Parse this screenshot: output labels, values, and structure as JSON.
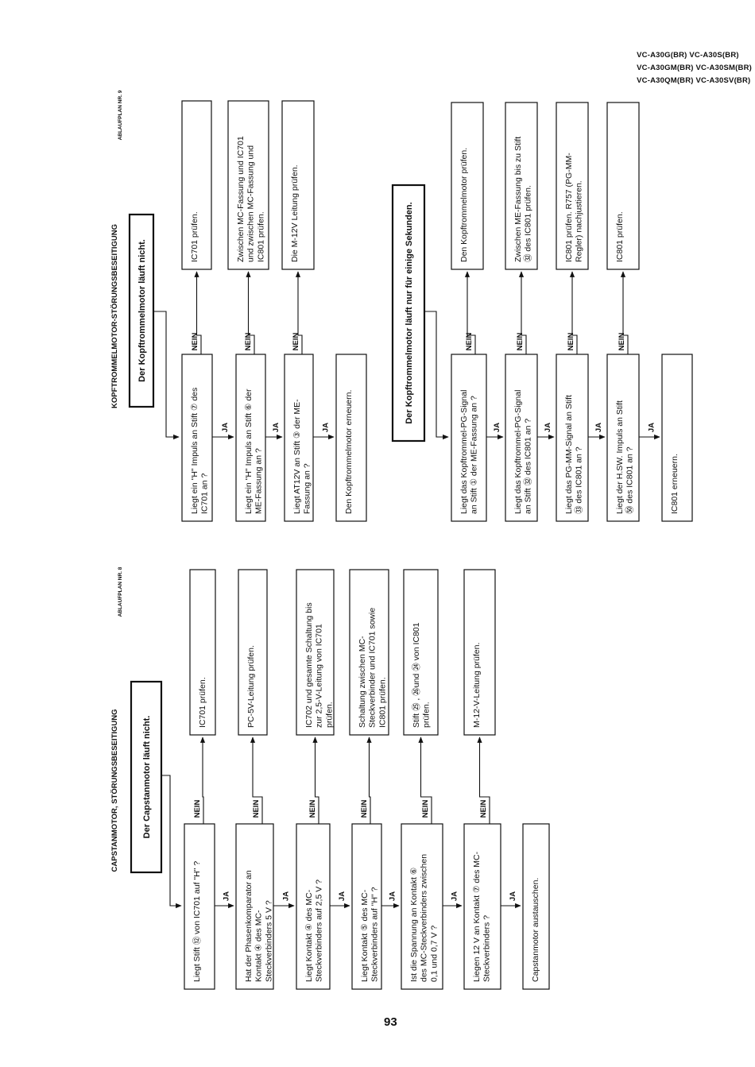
{
  "models": [
    "VC-A30G(BR) VC-A30S(BR)",
    "VC-A30GM(BR) VC-A30SM(BR)",
    "VC-A30QM(BR) VC-A30SV(BR)"
  ],
  "page_number": "93",
  "left_chart": {
    "title": "CAPSTANMOTOR, STÖRUNGSBESEITIGUNG",
    "plan": "ABLAUFPLAN NR. 8",
    "start": "Der Capstanmotor läuft nicht.",
    "questions": [
      [
        "Liegt Stift ⑫ von IC701 auf \"H\" ?"
      ],
      [
        "Hat der Phasenkomparator an",
        "Kontakt ④ des MC-",
        "Steckverbinders 5 V ?"
      ],
      [
        "Liegt Kontakt ④ des MC-",
        "Steckverbinders auf 2,5 V ?"
      ],
      [
        "Liegt Kontakt ⑤ des MC-",
        "Steckverbinders auf \"H\" ?"
      ],
      [
        "Ist die Spannung an Kontakt ⑥",
        "des MC-Steckverbinders zwischen",
        "0,1 und 0,7 V ?"
      ],
      [
        "Liegen 12 V an Kontakt ⑦ des MC-",
        "Steckverbinders ?"
      ]
    ],
    "actions": [
      [
        "IC701 prüfen."
      ],
      [
        "PC-5V-Leitung prüfen."
      ],
      [
        "IC702 und gesamte Schaltung bis",
        "zur 2,5-V-Leitung von IC701",
        "prüfen."
      ],
      [
        "Schaltung zwischen MC-",
        "Steckverbinder und IC701 sowie",
        "IC801 prüfen."
      ],
      [
        "Stift ㉕ ,  ㉖und  ㉔ von IC801",
        "prüfen."
      ],
      [
        "M-12-V-Leitung prüfen."
      ]
    ],
    "end": "Capstanmotor austauschen.",
    "yes": "JA",
    "no": "NEIN"
  },
  "right_chart": {
    "title": "KOPFTROMMELMOTOR-STÖRUNGSBESEITIGUNG",
    "plan": "ABLAUFPLAN NR. 9",
    "start": "Der Kopftrommelmotor läuft nicht.",
    "questions": [
      [
        "Liegt ein \"H\" Impuls an Stift ⑦ des",
        "IC701 an ?"
      ],
      [
        "Liegt ein \"H\" Impuls an Stift ⑥ der",
        "ME-Fassung an ?"
      ],
      [
        "Liegt AT12V an Stift ③ der ME-",
        "Fassung an ?"
      ]
    ],
    "actions": [
      [
        "IC701 prüfen."
      ],
      [
        "Zwischen MC-Fassung und IC701",
        "und zwischen MC-Fassung und",
        "IC801 prüfen."
      ],
      [
        "Die M-12V Leitung prüfen."
      ]
    ],
    "end": "Den Kopftrommelmotor erneuern.",
    "start2": "Der Kopftrommelmotor läuft nur für einige Sekunden.",
    "questions2": [
      [
        "Liegt das Kopftrommel-PG-Signal",
        "an Stift ① der ME-Fassung an ?"
      ],
      [
        "Liegt das Kopftrommel-PG-Signal",
        "an Stift  ㉜ des IC801 an ?"
      ],
      [
        "Liegt das PG-MM-Signal an Stift",
        "㉝ des IC801 an ?"
      ],
      [
        "Liegt der H.SW.  Impuls an Stift",
        "㊿ des IC801 an ?"
      ]
    ],
    "actions2": [
      [
        "Den Kopftrommelmotor prüfen."
      ],
      [
        "Zwischen ME-Fassung bis zu Stift",
        "㉜ des IC801 prüfen."
      ],
      [
        "IC801 prüfen.  R757 (PG-MM-",
        "Regler) nachjustieren."
      ],
      [
        "IC801 prüfen."
      ]
    ],
    "end2": "IC801 erneuern.",
    "yes": "JA",
    "no": "NEIN"
  }
}
